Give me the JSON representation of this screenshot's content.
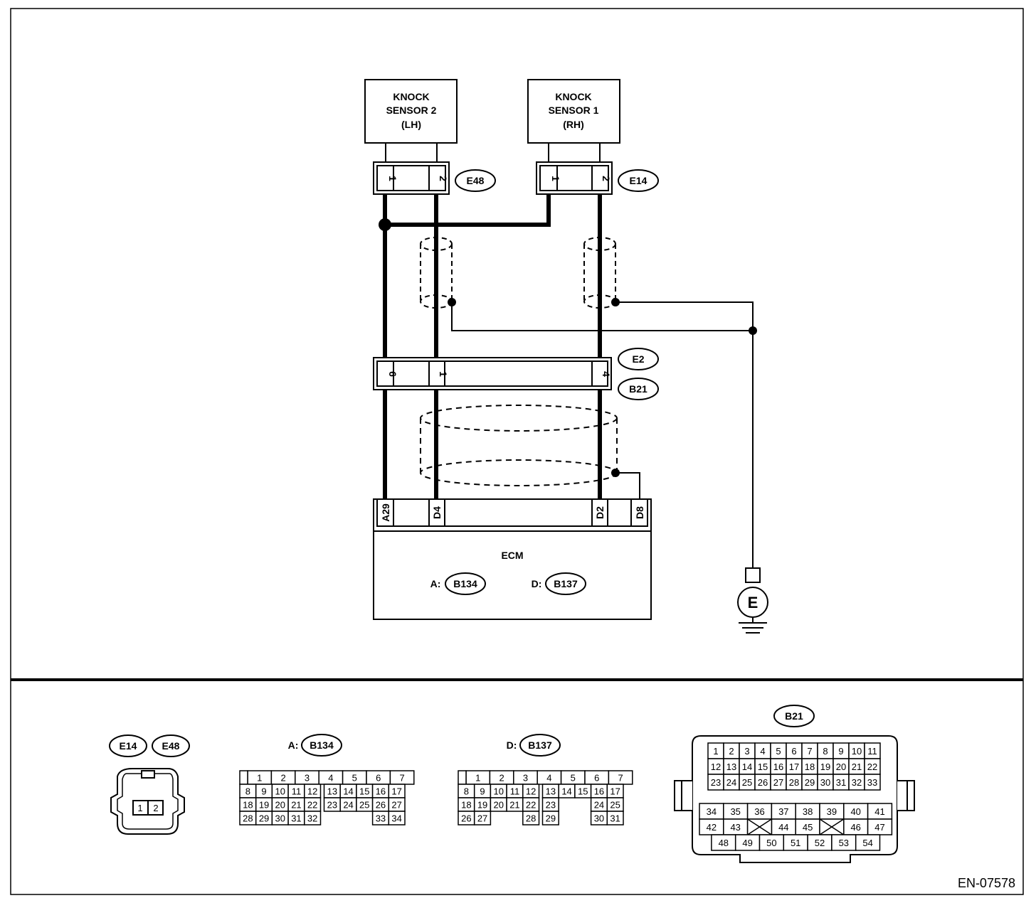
{
  "colors": {
    "ink": "#000000",
    "paper": "#ffffff"
  },
  "sensor2": {
    "line1": "KNOCK",
    "line2": "SENSOR 2",
    "line3": "(LH)"
  },
  "sensor1": {
    "line1": "KNOCK",
    "line2": "SENSOR 1",
    "line3": "(RH)"
  },
  "conn_e48": {
    "id": "E48",
    "pins": [
      "1",
      "2"
    ]
  },
  "conn_e14": {
    "id": "E14",
    "pins": [
      "1",
      "2"
    ]
  },
  "conn_e2": {
    "id": "E2"
  },
  "conn_b21": {
    "id": "B21",
    "pins": [
      "6",
      "1",
      "4"
    ]
  },
  "ecm": {
    "label": "ECM",
    "pins": [
      "A29",
      "D4",
      "D2",
      "D8"
    ],
    "prefix_a": "A:",
    "conn_a": "B134",
    "prefix_d": "D:",
    "conn_d": "B137"
  },
  "ground": {
    "label": "E"
  },
  "face_e14_e48": {
    "ids": [
      "E14",
      "E48"
    ],
    "pins": [
      "1",
      "2"
    ]
  },
  "face_b134": {
    "prefix": "A:",
    "id": "B134",
    "rows": [
      [
        "1",
        "2",
        "3",
        "4",
        "5",
        "6",
        "7"
      ],
      [
        "8",
        "9",
        "10",
        "11",
        "12",
        "13",
        "14",
        "15",
        "16",
        "17"
      ],
      [
        "18",
        "19",
        "20",
        "21",
        "22",
        "23",
        "24",
        "25",
        "26",
        "27"
      ],
      [
        "28",
        "29",
        "30",
        "31",
        "32",
        "33",
        "34"
      ]
    ]
  },
  "face_b137": {
    "prefix": "D:",
    "id": "B137",
    "rows": [
      [
        "1",
        "2",
        "3",
        "4",
        "5",
        "6",
        "7"
      ],
      [
        "8",
        "9",
        "10",
        "11",
        "12",
        "13",
        "14",
        "15",
        "16",
        "17"
      ],
      [
        "18",
        "19",
        "20",
        "21",
        "22",
        "23",
        "24",
        "25"
      ],
      [
        "26",
        "27",
        "28",
        "29",
        "30",
        "31"
      ]
    ]
  },
  "face_b21": {
    "id": "B21",
    "rows": [
      [
        "1",
        "2",
        "3",
        "4",
        "5",
        "6",
        "7",
        "8",
        "9",
        "10",
        "11"
      ],
      [
        "12",
        "13",
        "14",
        "15",
        "16",
        "17",
        "18",
        "19",
        "20",
        "21",
        "22"
      ],
      [
        "23",
        "24",
        "25",
        "26",
        "27",
        "28",
        "29",
        "30",
        "31",
        "32",
        "33"
      ],
      [
        "34",
        "35",
        "36",
        "37",
        "38",
        "39",
        "40",
        "41"
      ],
      [
        "42",
        "43",
        "44",
        "45",
        "46",
        "47"
      ],
      [
        "48",
        "49",
        "50",
        "51",
        "52",
        "53",
        "54"
      ]
    ]
  },
  "figure_code": "EN-07578"
}
